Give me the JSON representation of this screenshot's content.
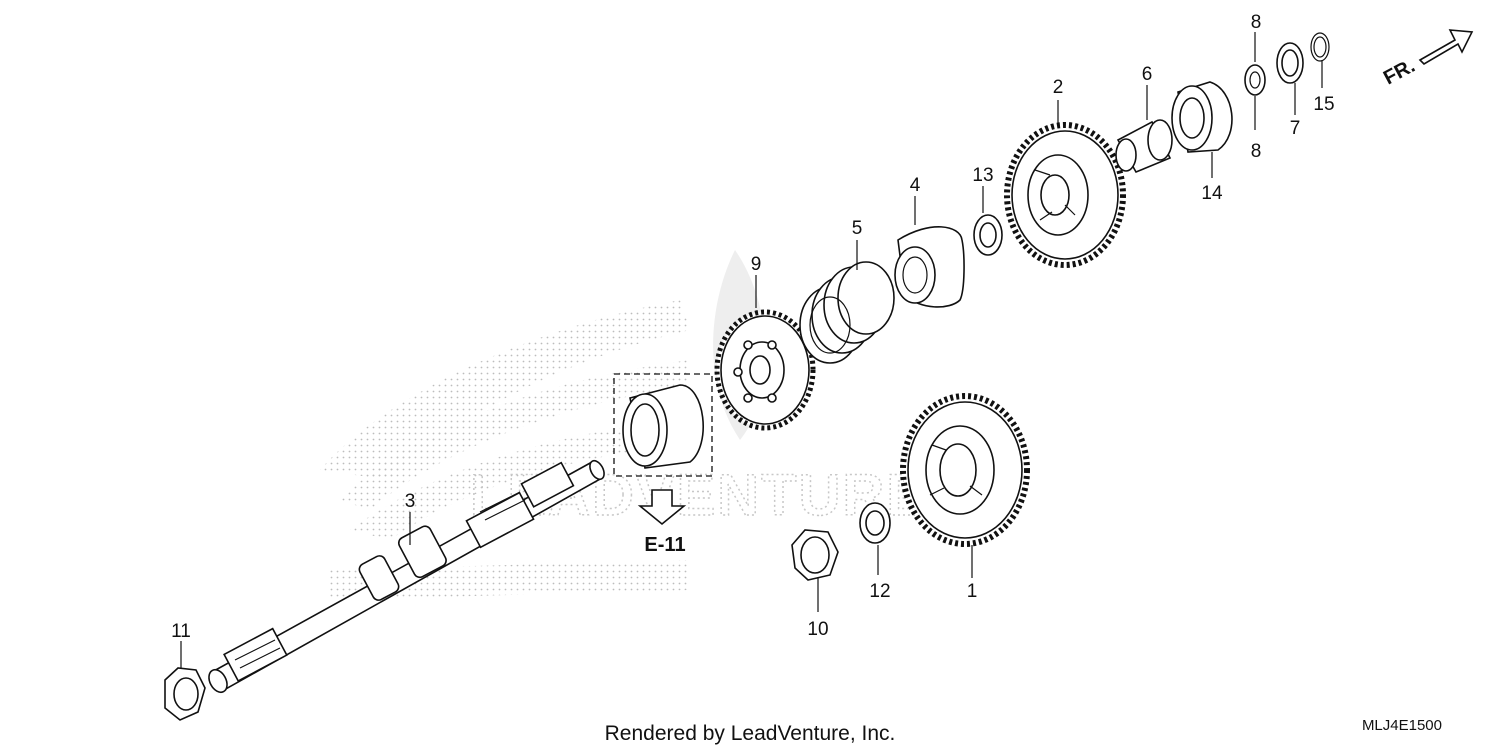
{
  "diagram": {
    "callouts": [
      {
        "id": "c1",
        "label": "1"
      },
      {
        "id": "c2",
        "label": "2"
      },
      {
        "id": "c3",
        "label": "3"
      },
      {
        "id": "c4",
        "label": "4"
      },
      {
        "id": "c5",
        "label": "5"
      },
      {
        "id": "c6",
        "label": "6"
      },
      {
        "id": "c7",
        "label": "7"
      },
      {
        "id": "c8a",
        "label": "8"
      },
      {
        "id": "c8b",
        "label": "8"
      },
      {
        "id": "c9",
        "label": "9"
      },
      {
        "id": "c10",
        "label": "10"
      },
      {
        "id": "c11",
        "label": "11"
      },
      {
        "id": "c12",
        "label": "12"
      },
      {
        "id": "c13",
        "label": "13"
      },
      {
        "id": "c14",
        "label": "14"
      },
      {
        "id": "c15",
        "label": "15"
      }
    ],
    "reference_label": "E-11",
    "front_indicator": "FR.",
    "watermark": "LEADVENTURE"
  },
  "footer": {
    "credit": "Rendered by LeadVenture, Inc.",
    "diagram_code": "MLJ4E1500"
  }
}
